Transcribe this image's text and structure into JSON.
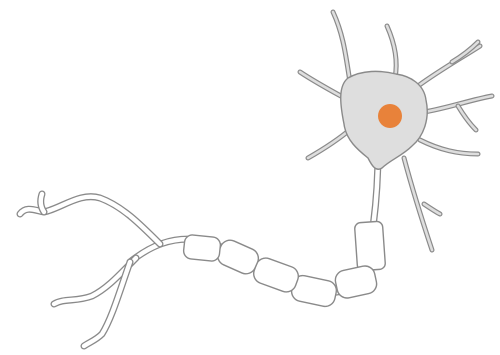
{
  "diagram": {
    "subject": "neuron",
    "parts": [
      {
        "id": "cell-body"
      },
      {
        "id": "nucleus"
      },
      {
        "id": "dendrites"
      },
      {
        "id": "axon"
      },
      {
        "id": "myelin-sheath"
      },
      {
        "id": "axon-terminals"
      }
    ]
  },
  "colors": {
    "outline": "#8a8a8a",
    "fill": "#dedede",
    "nucleus": "#e8823a",
    "background": "#ffffff"
  }
}
